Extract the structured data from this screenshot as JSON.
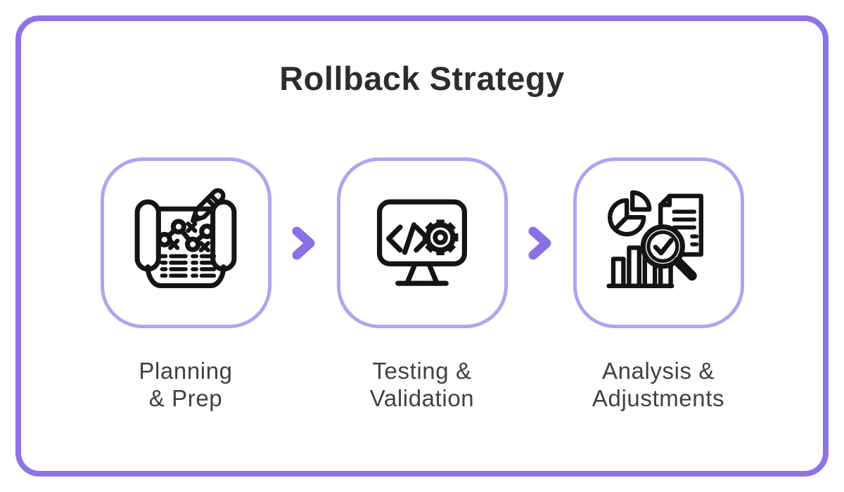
{
  "title": "Rollback Strategy",
  "colors": {
    "background": "#ffffff",
    "frame_border": "#8d73e6",
    "box_border": "#b4a2ef",
    "arrow": "#8a70e4",
    "title_text": "#2d2c2e",
    "label_text": "#414042",
    "icon_stroke": "#141414"
  },
  "steps": [
    {
      "name": "planning-prep",
      "icon": "strategy-plan-icon",
      "label": "Planning & Prep",
      "lines": [
        "Planning",
        "& Prep"
      ]
    },
    {
      "name": "testing-validation",
      "icon": "code-settings-monitor-icon",
      "label": "Testing & Validation",
      "lines": [
        "Testing &",
        "Validation"
      ]
    },
    {
      "name": "analysis-adjustments",
      "icon": "analysis-magnifier-icon",
      "label": "Analysis & Adjustments",
      "lines": [
        "Analysis &",
        "Adjustments"
      ]
    }
  ]
}
